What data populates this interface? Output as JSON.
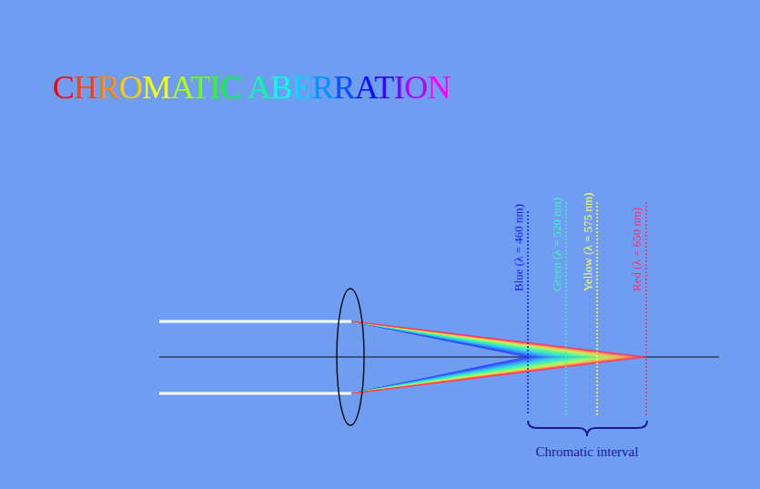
{
  "diagram": {
    "title": "CHROMATIC ABERRATION",
    "labels": [
      "Blue (λ = 460 nm)",
      "Green (λ = 520 nm)",
      "Yellow (λ = 575 nm)",
      "Red (λ = 650 nm)",
      "Chromatic interval"
    ]
  }
}
